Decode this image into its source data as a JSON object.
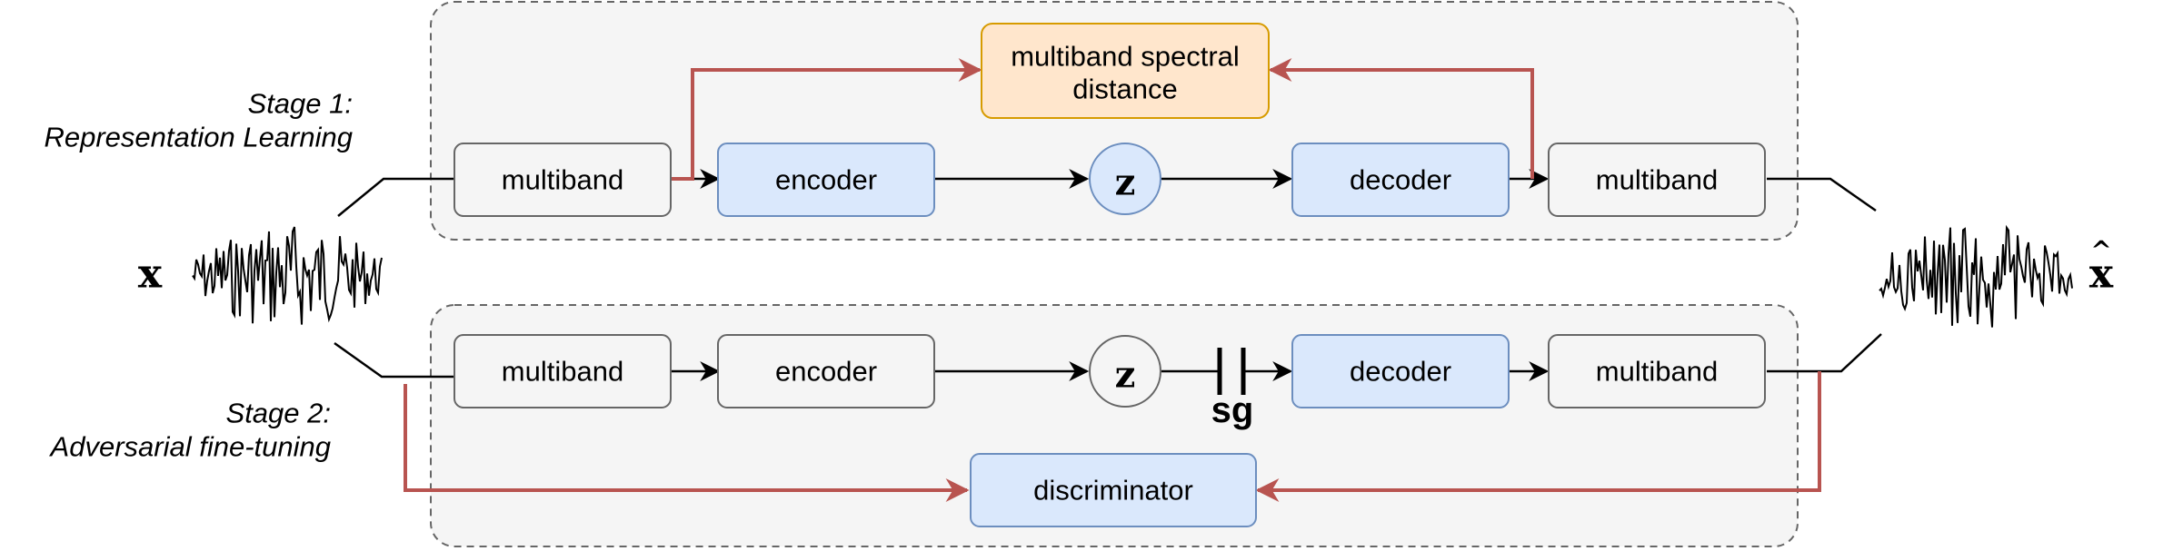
{
  "stages": {
    "stage1_line1": "Stage 1:",
    "stage1_line2": "Representation Learning",
    "stage2_line1": "Stage 2:",
    "stage2_line2": "Adversarial fine-tuning"
  },
  "signals": {
    "input": "x",
    "output": "x",
    "output_accent": "^"
  },
  "stage1": {
    "in_multiband": "multiband",
    "encoder": "encoder",
    "latent": "z",
    "decoder": "decoder",
    "out_multiband": "multiband",
    "loss_line1": "multiband spectral",
    "loss_line2": "distance"
  },
  "stage2": {
    "in_multiband": "multiband",
    "encoder": "encoder",
    "latent": "z",
    "stop_gradient": "sg",
    "decoder": "decoder",
    "out_multiband": "multiband",
    "discriminator": "discriminator"
  },
  "colors": {
    "blue_fill": "#dae8fc",
    "blue_stroke": "#6c8ebf",
    "orange_fill": "#ffe6cc",
    "orange_stroke": "#d79b00",
    "gray_fill": "#f5f5f5",
    "gray_stroke": "#666666",
    "loss_arrow": "#b85450",
    "group_fill": "#f5f5f5"
  }
}
